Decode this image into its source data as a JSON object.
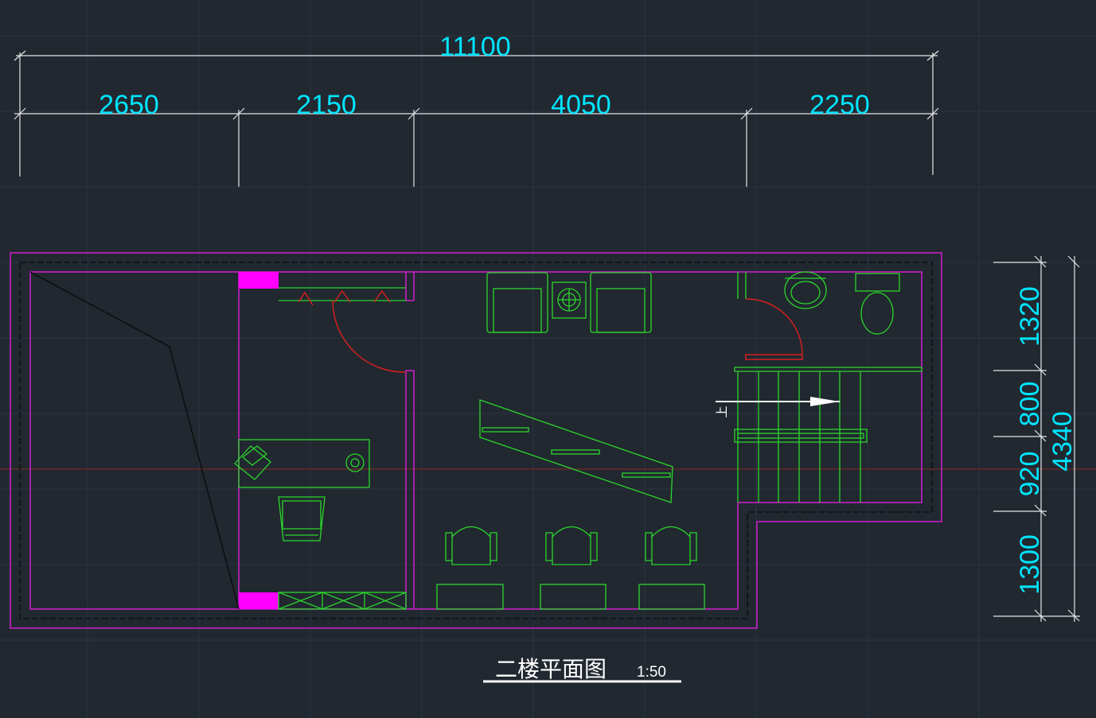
{
  "drawing": {
    "title": "二楼平面图",
    "scale": "1:50",
    "stair_label": "上"
  },
  "dimensions": {
    "overall_width": "11100",
    "widths": [
      "2650",
      "2150",
      "4050",
      "2250"
    ],
    "heights": [
      "1320",
      "800",
      "920",
      "1300"
    ],
    "overall_height": "4340"
  },
  "colors": {
    "background": "#212830",
    "dimension": "#00e5ff",
    "wall": "#d11fd1",
    "furniture": "#2bd62b",
    "door": "#d42020"
  }
}
